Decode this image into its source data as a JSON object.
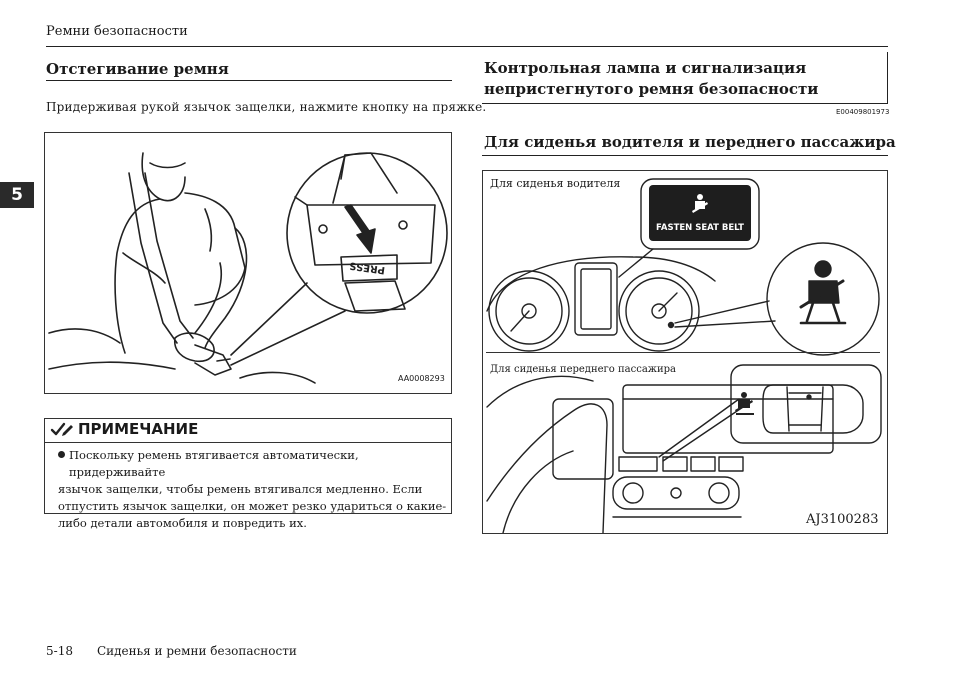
{
  "header": {
    "running_title": "Ремни безопасности"
  },
  "chapter_tab": "5",
  "left": {
    "heading": "Отстегивание ремня",
    "paragraph": "Придерживая рукой язычок защелки, нажмите кнопку на пряжке.",
    "figure": {
      "code": "AA0008293",
      "button_label": "PRESS"
    },
    "note": {
      "title": "ПРИМЕЧАНИЕ",
      "lines": [
        "Поскольку ремень втягивается автоматически, придерживайте",
        "язычок защелки, чтобы ремень втягивался медленно. Если",
        "отпустить язычок защелки, он может резко удариться о какие-",
        "либо детали автомобиля и повредить их."
      ]
    }
  },
  "right": {
    "heading_line1": "Контрольная лампа и сигнализация",
    "heading_line2": "непристегнутого ремня безопасности",
    "doc_code": "E00409801973",
    "subheading": "Для сиденья водителя и переднего пассажира",
    "figure": {
      "driver_label": "Для сиденья водителя",
      "passenger_label": "Для сиденья переднего пассажира",
      "display_text": "FASTEN SEAT BELT",
      "code": "AJ3100283"
    }
  },
  "footer": {
    "page_number": "5-18",
    "section": "Сиденья и ремни безопасности"
  }
}
